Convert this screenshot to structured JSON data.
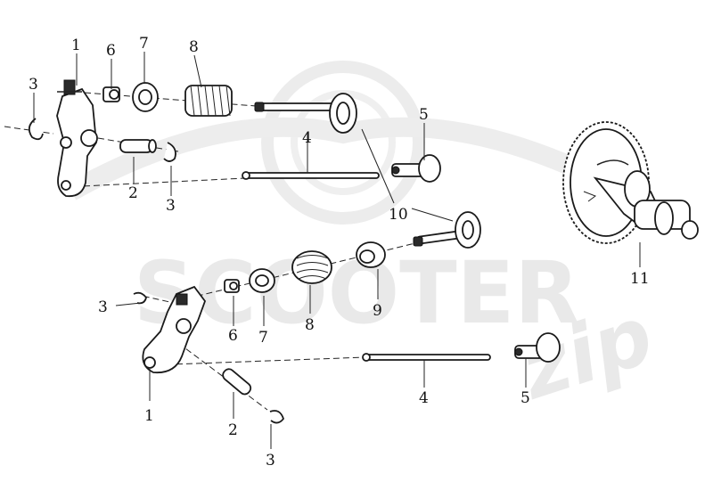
{
  "watermark": {
    "brand_main": "SCOOTER",
    "brand_script": "zip"
  },
  "callouts": [
    {
      "id": "c1a",
      "text": "1"
    },
    {
      "id": "c6a",
      "text": "6"
    },
    {
      "id": "c7a",
      "text": "7"
    },
    {
      "id": "c8a",
      "text": "8"
    },
    {
      "id": "c3a",
      "text": "3"
    },
    {
      "id": "c5a",
      "text": "5"
    },
    {
      "id": "c4a",
      "text": "4"
    },
    {
      "id": "c2a",
      "text": "2"
    },
    {
      "id": "c3b",
      "text": "3"
    },
    {
      "id": "c10",
      "text": "10"
    },
    {
      "id": "c11",
      "text": "11"
    },
    {
      "id": "c3c",
      "text": "3"
    },
    {
      "id": "c6b",
      "text": "6"
    },
    {
      "id": "c7b",
      "text": "7"
    },
    {
      "id": "c8b",
      "text": "8"
    },
    {
      "id": "c9",
      "text": "9"
    },
    {
      "id": "c1b",
      "text": "1"
    },
    {
      "id": "c4b",
      "text": "4"
    },
    {
      "id": "c5b",
      "text": "5"
    },
    {
      "id": "c2b",
      "text": "2"
    },
    {
      "id": "c3d",
      "text": "3"
    }
  ]
}
